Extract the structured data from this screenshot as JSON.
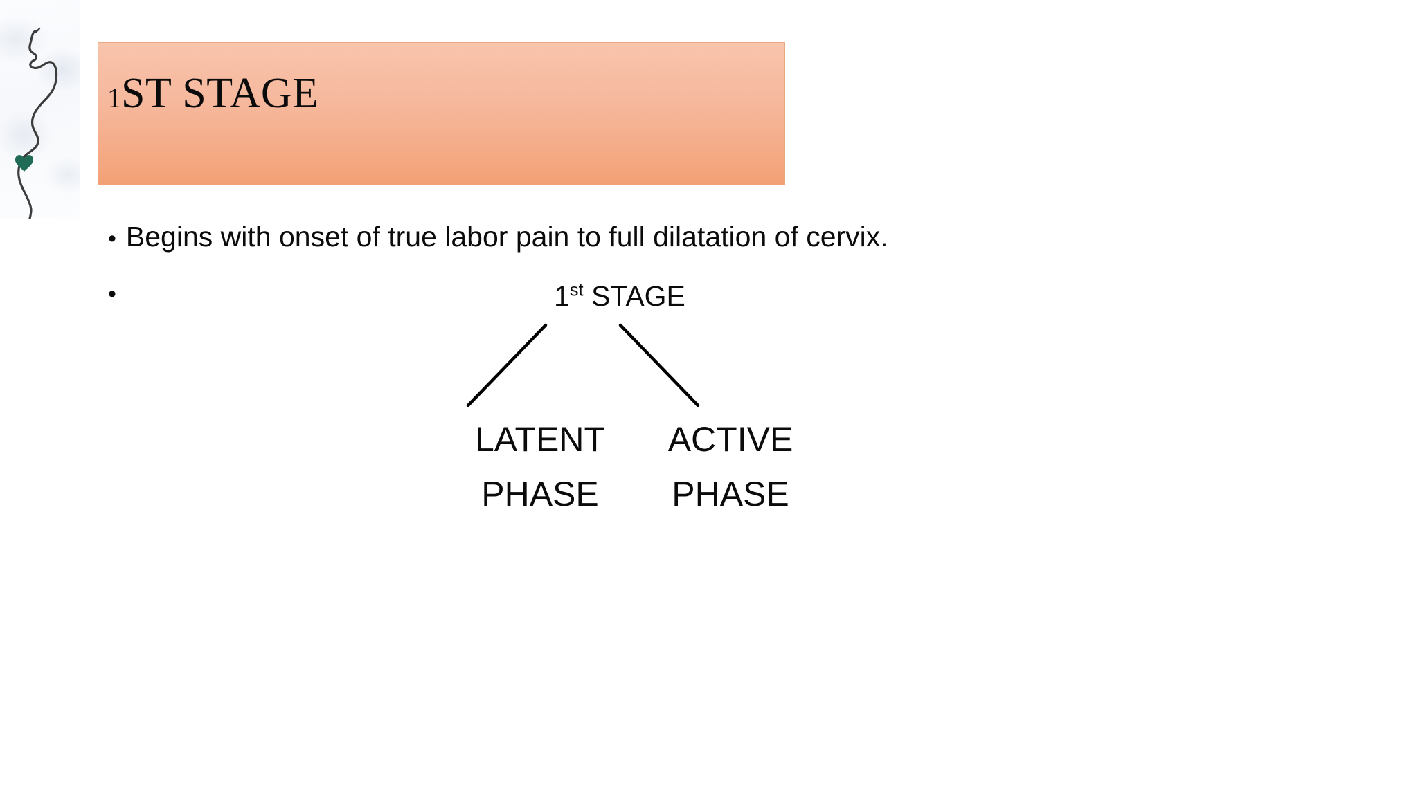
{
  "slide": {
    "background_color": "#ffffff",
    "title": {
      "lead_digit": "1",
      "rest": "ST STAGE",
      "band_color_top": "#f8c4ac",
      "band_color_bottom": "#f2a074",
      "text_color": "#0b0b0b"
    },
    "decoration": {
      "name": "pregnant-woman-silhouette",
      "heart_color": "#1f6b55",
      "line_color": "#3b3b3b"
    },
    "bullets": [
      {
        "marker": "•",
        "text": "Begins with onset of true labor pain to full dilatation of cervix."
      },
      {
        "marker": "•",
        "text": ""
      }
    ],
    "diagram": {
      "type": "tree",
      "root": {
        "number": "1",
        "ordinal_suffix": "st",
        "label": " STAGE"
      },
      "branches": [
        {
          "line1": "LATENT",
          "line2": "PHASE"
        },
        {
          "line1": "ACTIVE",
          "line2": "PHASE"
        }
      ],
      "line_color": "#000000"
    }
  }
}
